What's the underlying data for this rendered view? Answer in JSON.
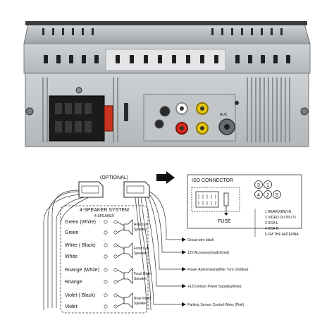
{
  "photo": {
    "panel_label": "AUX"
  },
  "diagram": {
    "optional_label": "(OPTIONAL)",
    "speaker_system_title": "4-SPEAKER SYSTEM",
    "speaker_system_subtitle": "4-SPEAKER",
    "wires": [
      {
        "label": "Green  (White)"
      },
      {
        "label": "Green"
      },
      {
        "label": "White  ( Black)"
      },
      {
        "label": "White"
      },
      {
        "label": "Roange (White)"
      },
      {
        "label": "Roange"
      },
      {
        "label": "Violet  ( Black)"
      },
      {
        "label": "Violet"
      }
    ],
    "speakers": [
      {
        "line1": "Rear Left",
        "line2": "Speaker"
      },
      {
        "line1": "Front Left",
        "line2": "Speaker"
      },
      {
        "line1": "Front Right",
        "line2": "Speaker"
      },
      {
        "line1": "Rear Right",
        "line2": "Speaker"
      }
    ],
    "connections": [
      {
        "label": "Groud wire black"
      },
      {
        "label": "12V Accessory/switch(red)"
      },
      {
        "label": "Power Antenna/amplifier Turn On(blue)"
      },
      {
        "label": "+12Constan Power Supply(yellow)"
      },
      {
        "label": "Parking Sensor Control Wires (Pink)"
      }
    ],
    "iso_connector": {
      "title": "ISO CONNECTOR",
      "fuse_label": "FUSE",
      "jack_numbers": [
        "3",
        "1",
        "4",
        "2",
        "5"
      ],
      "jack_legend": [
        "1 REARVIEW IN",
        "2 VIDEO OUTPUT1",
        "3 RCA L",
        "4 RCA R",
        "5 FM THE ANTENNA"
      ]
    }
  }
}
